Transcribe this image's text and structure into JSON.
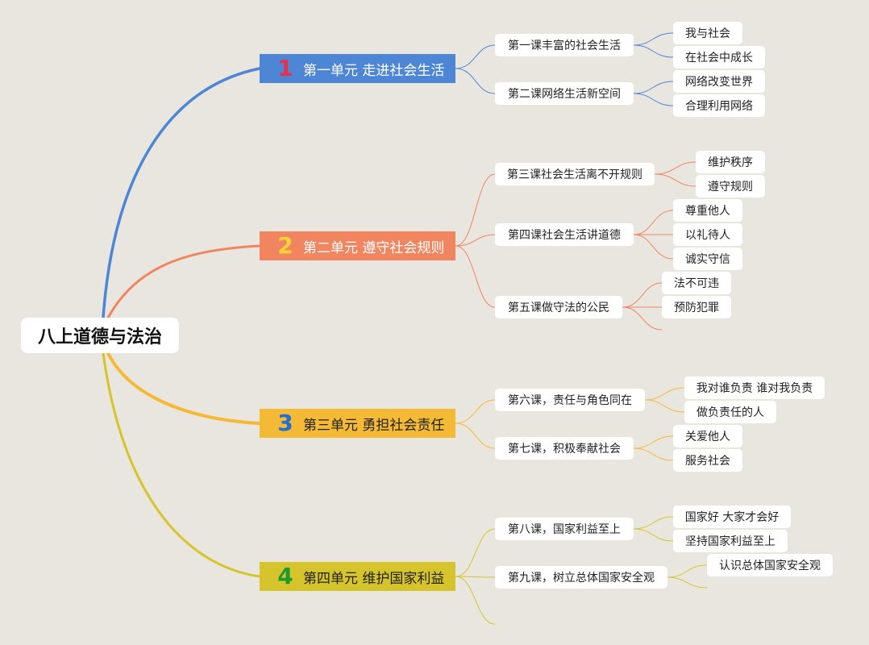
{
  "root": {
    "title": "八上道德与法治"
  },
  "units": [
    {
      "num": "1",
      "label": "第一单元 走进社会生活",
      "color": "#4e86d6"
    },
    {
      "num": "2",
      "label": "第二单元 遵守社会规则",
      "color": "#f08560"
    },
    {
      "num": "3",
      "label": "第三单元 勇担社会责任",
      "color": "#f4b935"
    },
    {
      "num": "4",
      "label": "第四单元 维护国家利益",
      "color": "#d6c42c"
    }
  ],
  "lessons": [
    {
      "label": "第一课丰富的社会生活",
      "topics": [
        "我与社会",
        "在社会中成长"
      ]
    },
    {
      "label": "第二课网络生活新空间",
      "topics": [
        "网络改变世界",
        "合理利用网络"
      ]
    },
    {
      "label": "第三课社会生活离不开规则",
      "topics": [
        "维护秩序",
        "遵守规则"
      ]
    },
    {
      "label": "第四课社会生活讲道德",
      "topics": [
        "尊重他人",
        "以礼待人",
        "诚实守信"
      ]
    },
    {
      "label": "第五课做守法的公民",
      "topics": [
        "法不可违",
        "预防犯罪"
      ]
    },
    {
      "label": "第六课，责任与角色同在",
      "topics": [
        "我对谁负责 谁对我负责",
        "做负责任的人"
      ]
    },
    {
      "label": "第七课，积极奉献社会",
      "topics": [
        "关爱他人",
        "服务社会"
      ]
    },
    {
      "label": "第八课，国家利益至上",
      "topics": [
        "国家好 大家才会好",
        "坚持国家利益至上"
      ]
    },
    {
      "label": "第九课，树立总体国家安全观",
      "topics": [
        "认识总体国家安全观"
      ]
    }
  ]
}
